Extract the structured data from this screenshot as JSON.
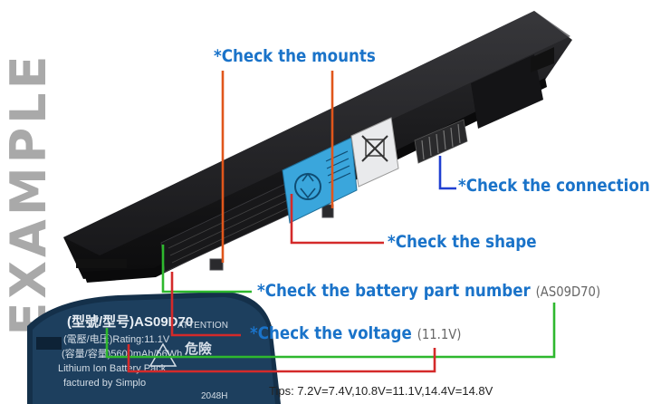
{
  "watermark": "EXAMPLE",
  "callouts": {
    "mounts": "*Check the mounts",
    "connection": "*Check the connection",
    "shape": "*Check the shape",
    "part_number": "*Check the battery part number",
    "part_number_value": "(AS09D70)",
    "voltage": "*Check the voltage",
    "voltage_value": "(11.1V)"
  },
  "tips": "Tips: 7.2V=7.4V,10.8V=11.1V,14.4V=14.8V",
  "label_text": {
    "model": "(型號/型号)AS09D70",
    "rating": "(電壓/电压)Rating:11.1V",
    "capacity": "(容量/容量)5600mAh/56Wh",
    "type": "Lithium Ion Battery Pack",
    "maker": "factured by Simplo",
    "attention": "ATTENTION",
    "danger": "危險",
    "code": "2048H"
  },
  "colors": {
    "callout_text": "#1a73c9",
    "mounts_line": "#e0561b",
    "shape_line": "#d42a2a",
    "connection_line": "#1f3fd1",
    "part_number_line": "#2eb82e",
    "voltage_line": "#d42a2a",
    "battery_body": "#1b1b1d",
    "sticker": "#3aa6dc"
  }
}
